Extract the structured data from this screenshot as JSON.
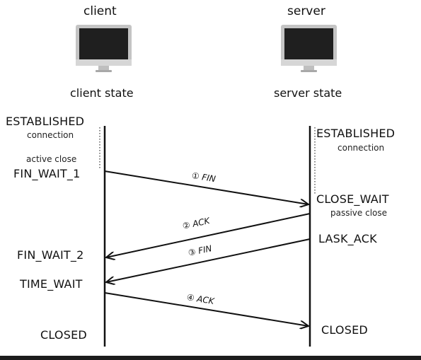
{
  "client": {
    "title": "client",
    "state_caption": "client state",
    "states": {
      "established": "ESTABLISHED",
      "established_note": "connection",
      "active_close": "active close",
      "fin_wait_1": "FIN_WAIT_1",
      "fin_wait_2": "FIN_WAIT_2",
      "time_wait": "TIME_WAIT",
      "closed": "CLOSED"
    }
  },
  "server": {
    "title": "server",
    "state_caption": "server state",
    "states": {
      "established": "ESTABLISHED",
      "established_note": "connection",
      "close_wait": "CLOSE_WAIT",
      "passive_close": "passive close",
      "last_ack": "LASK_ACK",
      "closed": "CLOSED"
    }
  },
  "messages": [
    {
      "label": "① FIN",
      "direction": "client-to-server"
    },
    {
      "label": "② ACK",
      "direction": "server-to-client"
    },
    {
      "label": "③ FIN",
      "direction": "server-to-client"
    },
    {
      "label": "④ ACK",
      "direction": "client-to-server"
    }
  ],
  "colors": {
    "line": "#111111",
    "monitor_body": "#b8b8b8",
    "monitor_screen": "#1e1e1e",
    "bottom_bar": "#1c1c1c"
  }
}
